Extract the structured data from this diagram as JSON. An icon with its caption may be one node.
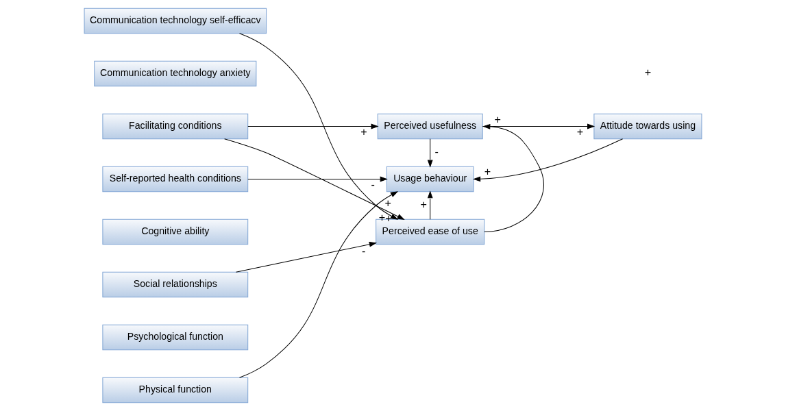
{
  "diagram": {
    "nodes": [
      {
        "text": [
          "Communication technology self-efficacv"
        ]
      },
      {
        "text": [
          "Communication technology anxiety"
        ]
      },
      {
        "text": [
          "Facilitating conditions"
        ]
      },
      {
        "text": [
          "Self-reported health conditions"
        ]
      },
      {
        "text": [
          "Cognitive ability"
        ]
      },
      {
        "text": [
          "Social relationships"
        ]
      },
      {
        "text": [
          "Psychological function"
        ]
      },
      {
        "text": [
          "Physical function"
        ]
      },
      {
        "text": [
          "Perceived usefulness"
        ]
      },
      {
        "text": [
          "Usage behaviour"
        ]
      },
      {
        "text": [
          "Attitude towards using"
        ]
      },
      {
        "text": [
          "Perceived ease of use"
        ]
      }
    ],
    "edges": [
      {
        "from": 0,
        "to": 11,
        "arrow": "to",
        "label": "+"
      },
      {
        "from": 2,
        "to": 8,
        "arrow": "to",
        "label": "+"
      },
      {
        "from": 2,
        "to": 11,
        "arrow": "to",
        "label": "+"
      },
      {
        "from": 3,
        "to": 9,
        "arrow": "to",
        "label": "-"
      },
      {
        "from": 5,
        "to": 11,
        "arrow": "to",
        "label": "-"
      },
      {
        "from": 7,
        "to": 9,
        "arrow": "to",
        "label": "+"
      },
      {
        "from": 8,
        "to": 9,
        "arrow": "to",
        "label": "-"
      },
      {
        "from": 11,
        "to": 9,
        "arrow": "to",
        "label": "+"
      },
      {
        "from": 11,
        "to": 8,
        "arrow": "to",
        "label": "+"
      },
      {
        "from": 8,
        "to": 10,
        "arrow": "to",
        "label": "+"
      },
      {
        "from": 10,
        "to": 9,
        "arrow": "to",
        "label": "+"
      }
    ],
    "labels": [
      "+"
    ]
  }
}
